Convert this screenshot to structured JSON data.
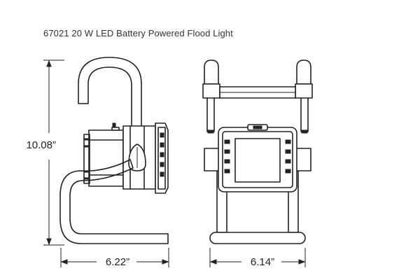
{
  "title": "67021 20 W LED Battery Powered Flood Light",
  "dimensions": {
    "height": "10.08”",
    "side_width": "6.22”",
    "front_width": "6.14”"
  }
}
